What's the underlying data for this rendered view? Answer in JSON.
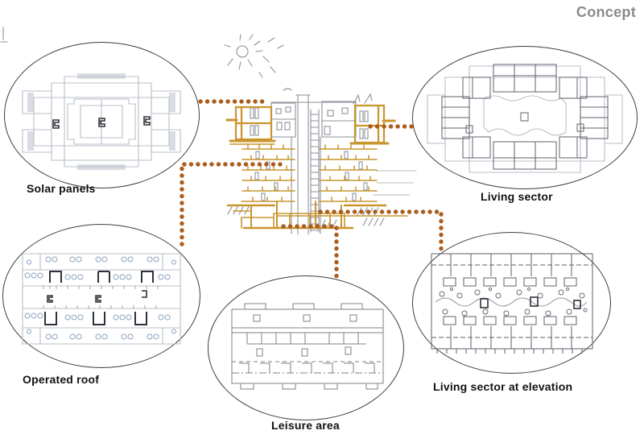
{
  "title": "Concept",
  "bubbles": [
    {
      "id": "solar-panels",
      "label": "Solar panels"
    },
    {
      "id": "living-sector",
      "label": "Living sector"
    },
    {
      "id": "operated-roof",
      "label": "Operated roof"
    },
    {
      "id": "leisure-area",
      "label": "Leisure area"
    },
    {
      "id": "living-sector-elevation",
      "label": "Living sector at elevation"
    }
  ],
  "center_icon": "sun-icon",
  "colors": {
    "connector_dots": "#ab5d1d",
    "sketch_marker": "#c9952f",
    "sketch_pencil": "#8d929a",
    "title_text": "#8b8b8b",
    "label_text": "#111111",
    "ellipse_stroke": "#3f3f3f"
  }
}
